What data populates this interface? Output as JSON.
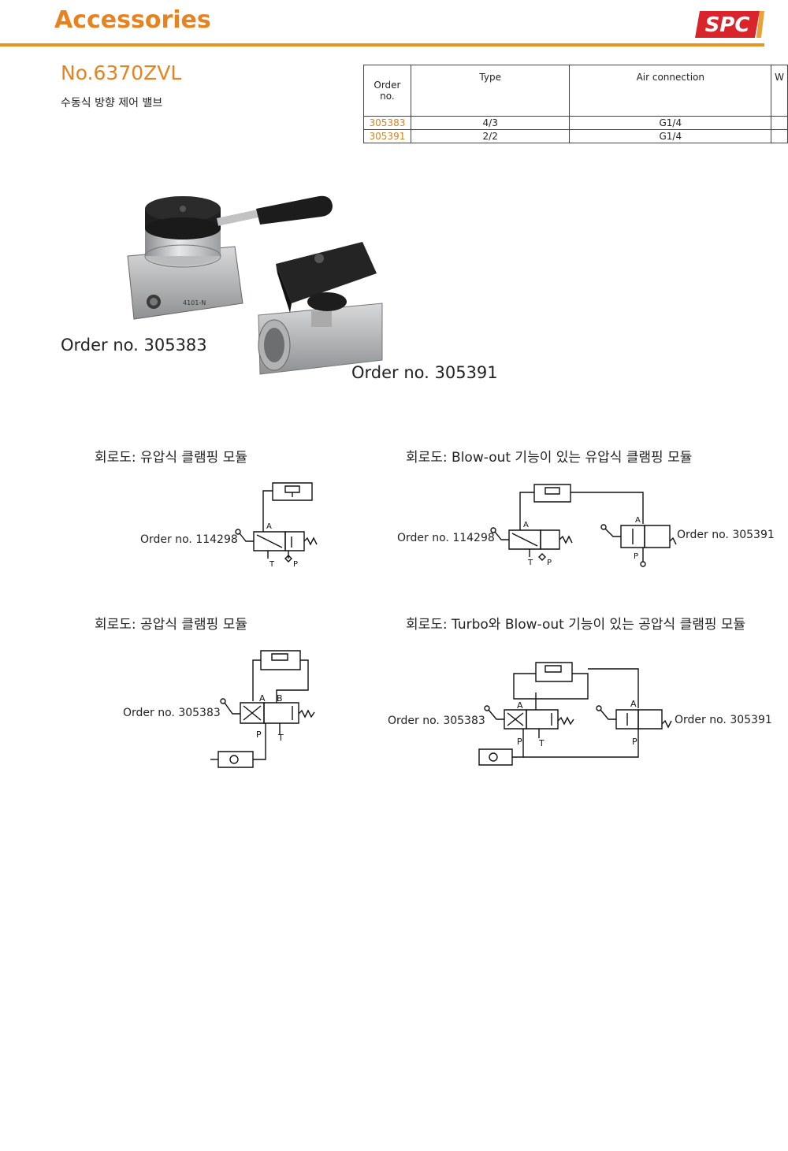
{
  "header": {
    "title": "Accessories",
    "logo_text": "SPC",
    "accent_color": "#e8821e"
  },
  "product": {
    "number": "No.6370ZVL",
    "subtitle": "수동식 방향 제어 밸브"
  },
  "spec_table": {
    "headers": [
      "Order no.",
      "Type",
      "Air connection",
      "W"
    ],
    "rows": [
      {
        "order_no": "305383",
        "type": "4/3",
        "air_connection": "G1/4"
      },
      {
        "order_no": "305391",
        "type": "2/2",
        "air_connection": "G1/4"
      }
    ]
  },
  "photos": {
    "label_left": "Order no. 305383",
    "label_right": "Order no. 305391",
    "valve_left_marking": "4101-N"
  },
  "diagrams": [
    {
      "title": "회로도: 유압식 클램핑 모듈",
      "labels": [
        "Order no. 114298"
      ]
    },
    {
      "title": "회로도: Blow-out 기능이 있는 유압식 클램핑 모듈",
      "labels": [
        "Order no. 114298",
        "Order no. 305391"
      ]
    },
    {
      "title": "회로도: 공압식 클램핑 모듈",
      "labels": [
        "Order no. 305383"
      ]
    },
    {
      "title": "회로도: Turbo와 Blow-out 기능이 있는 공압식 클램핑 모듈",
      "labels": [
        "Order no. 305383",
        "Order no. 305391"
      ]
    }
  ],
  "port_labels": {
    "a": "A",
    "b": "B",
    "p": "P",
    "t": "T"
  }
}
